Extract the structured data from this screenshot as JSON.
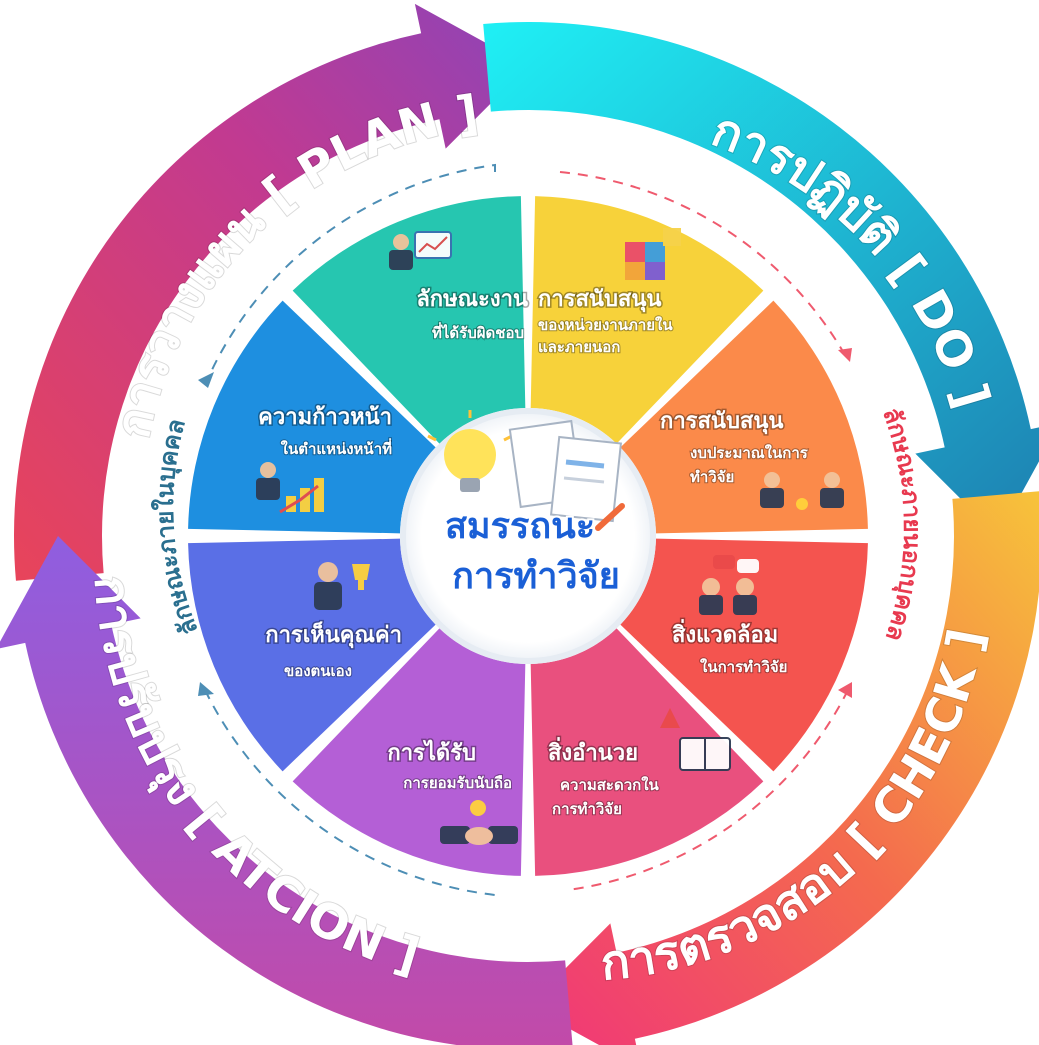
{
  "cycle": {
    "plan": "การวางแผน [ PLAN ]",
    "do": "การปฏิบัติ [ DO ]",
    "check": "การตรวจสอบ [ CHECK ]",
    "action": "การปรับปรุง [ ATCION ]"
  },
  "ring_labels": {
    "left": "ลักษณะภายในบุคคล",
    "right": "ลักษณะภายนอกบุคคล"
  },
  "center": {
    "line1": "สมรรถนะ",
    "line2": "การทำวิจัย"
  },
  "segments": [
    {
      "title": "ลักษณะงาน",
      "sub1": "ที่ได้รับผิดชอบ",
      "sub2": ""
    },
    {
      "title": "การสนับสนุน",
      "sub1": "ของหน่วยงานภายใน",
      "sub2": "และภายนอก"
    },
    {
      "title": "การสนับสนุน",
      "sub1": "งบประมาณในการ",
      "sub2": "ทำวิจัย"
    },
    {
      "title": "สิ่งแวดล้อม",
      "sub1": "ในการทำวิจัย",
      "sub2": ""
    },
    {
      "title": "สิ่งอำนวย",
      "sub1": "ความสะดวกใน",
      "sub2": "การทำวิจัย"
    },
    {
      "title": "การได้รับ",
      "sub1": "การยอมรับนับถือ",
      "sub2": ""
    },
    {
      "title": "การเห็นคุณค่า",
      "sub1": "ของตนเอง",
      "sub2": ""
    },
    {
      "title": "ความก้าวหน้า",
      "sub1": "ในตำแหน่งหน้าที่",
      "sub2": ""
    }
  ],
  "colors": {
    "plan_arrow": "#c93a8c",
    "do_arrow": "#1fb5d6",
    "check_arrow": "#f2507a",
    "action_arrow": "#8b4fc9",
    "ring_left_text": "#2a6f8f",
    "ring_right_text": "#e8394f",
    "center_text": "#1a5fd6",
    "segment_fills": [
      "#26c6b0",
      "#f7d23a",
      "#fb8a4a",
      "#f4544f",
      "#e9507e",
      "#b45fd6",
      "#5a6fe6",
      "#1e8fe0"
    ]
  }
}
